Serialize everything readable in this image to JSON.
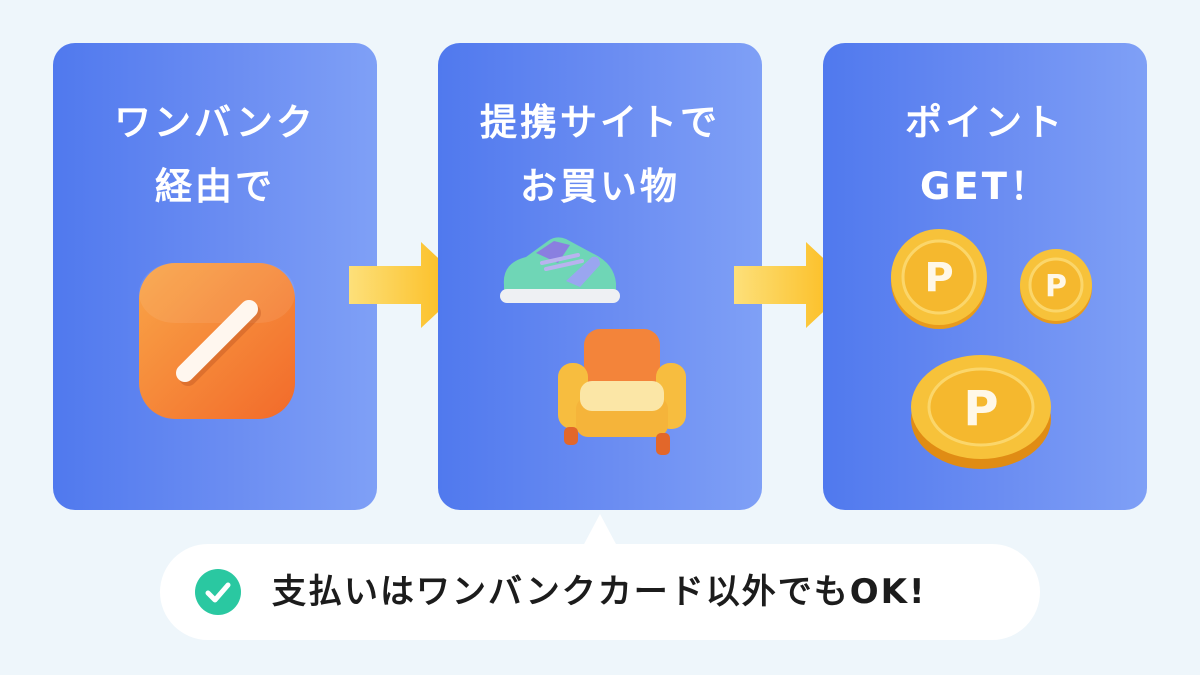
{
  "steps": [
    {
      "title_lines": [
        "ワンバンク",
        "経由で"
      ],
      "illustration": "app-icon"
    },
    {
      "title_lines": [
        "提携サイトで",
        "お買い物"
      ],
      "illustration": "shoe-and-sofa"
    },
    {
      "title_lines": [
        "ポイント",
        "GET！"
      ],
      "illustration": "point-coins"
    }
  ],
  "coin_letter": "P",
  "note": {
    "icon": "check-circle-icon",
    "text": "支払いはワンバンクカード以外でもOK!"
  },
  "colors": {
    "background": "#eef6fb",
    "card_gradient_start": "#5079ee",
    "card_gradient_end": "#7fa0f6",
    "arrow": "#fbbf24",
    "check": "#2ac8a1",
    "coin": "#f5b82e"
  }
}
